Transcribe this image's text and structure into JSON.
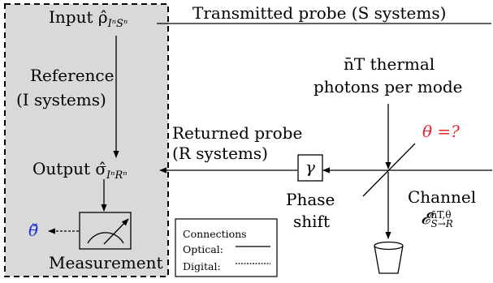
{
  "lab_box": {
    "input_label": "Input ρ̂",
    "input_sub": "IⁿSⁿ",
    "reference_line1": "Reference",
    "reference_line2": "(I systems)",
    "output_label": "Output σ̂",
    "output_sub": "IⁿRⁿ",
    "measurement_label": "Measurement",
    "estimate_symbol": "θ̌"
  },
  "transmitted_probe": "Transmitted probe (S systems)",
  "thermal_line1": "n̄T thermal",
  "thermal_line2": "photons per mode",
  "theta_query": "θ =?",
  "returned_probe_line1": "Returned probe",
  "returned_probe_line2": "(R systems)",
  "phase_shift_symbol": "γ",
  "phase_shift_line1": "Phase",
  "phase_shift_line2": "shift",
  "channel_label": "Channel",
  "channel_symbol": "𝓔",
  "channel_sup": "n̄T,θ",
  "channel_sub": "S→R",
  "legend": {
    "title": "Connections",
    "optical": "Optical:",
    "digital": "Digital:"
  },
  "colors": {
    "lab_fill": "#d9d9d9",
    "theta_query": "#e8222a",
    "estimate": "#1a2fd8"
  }
}
